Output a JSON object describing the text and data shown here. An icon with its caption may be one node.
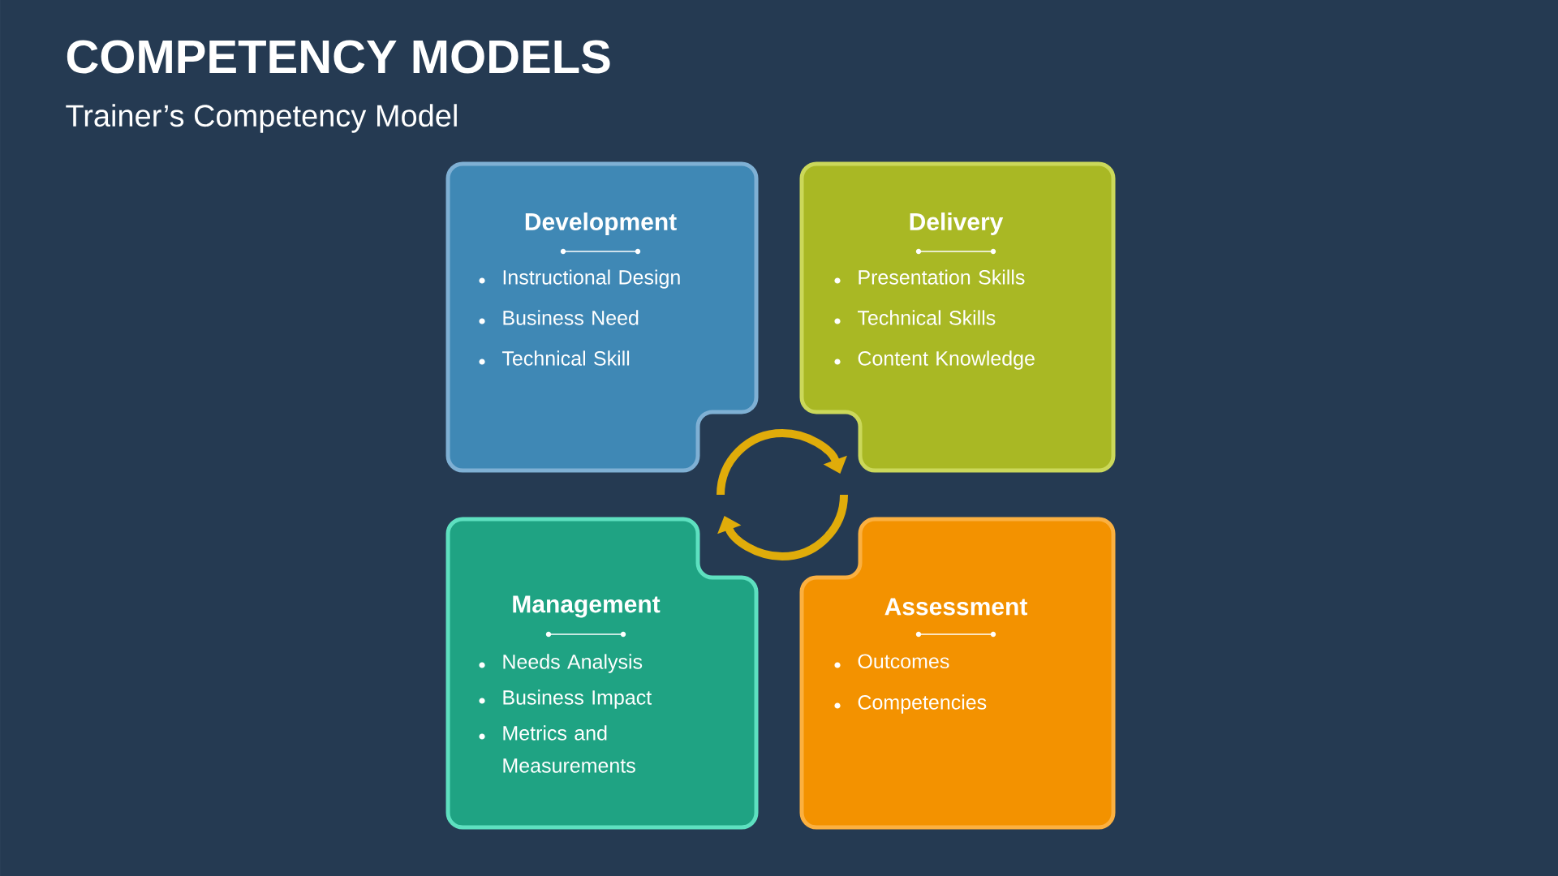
{
  "diagram": {
    "title": "COMPETENCY MODELS",
    "nodes": [
      {
        "text": [
          "Development",
          "Instructional Design",
          "Business Need",
          "Technical Skill"
        ]
      },
      {
        "text": [
          "Delivery",
          "Presentation Skills",
          "Technical Skills",
          "Content Knowledge"
        ]
      },
      {
        "text": [
          "Management",
          "Needs Analysis",
          "Business Impact",
          "Metrics and Measurements"
        ]
      },
      {
        "text": [
          "Assessment",
          "Outcomes",
          "Competencies"
        ]
      }
    ],
    "labels": [
      "Trainer’s Competency Model"
    ]
  }
}
